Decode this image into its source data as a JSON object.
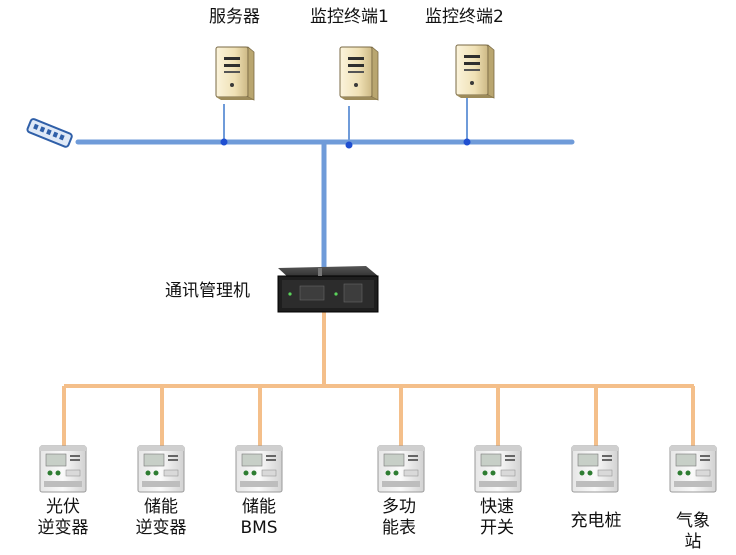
{
  "top_nodes": [
    {
      "name": "服务器"
    },
    {
      "name": "监控终端1"
    },
    {
      "name": "监控终端2"
    }
  ],
  "gateway": {
    "name": "通讯管理机"
  },
  "devices": [
    {
      "name": "光伏\n逆变器"
    },
    {
      "name": "储能\n逆变器"
    },
    {
      "name": "储能\nBMS"
    },
    {
      "name": "多功\n能表"
    },
    {
      "name": "快速\n开关"
    },
    {
      "name": "充电桩"
    },
    {
      "name": "气象站"
    }
  ],
  "colors": {
    "ethernet": "#6f9bd9",
    "ethernet_node": "#1f4fd1",
    "serial_bus": "#f4bf8a"
  },
  "icons": {
    "switch": "network-switch-icon",
    "server": "server-tower-icon",
    "gateway": "rack-gateway-icon",
    "device": "meter-device-icon"
  }
}
